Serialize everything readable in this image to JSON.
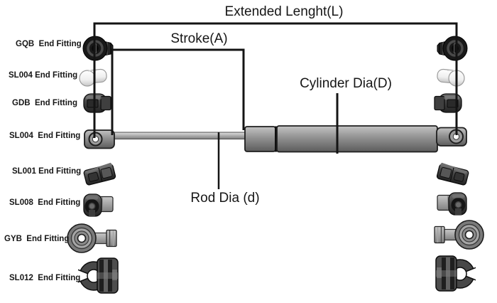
{
  "dimensions": {
    "extended_length": "Extended Lenght(L)",
    "stroke": "Stroke(A)",
    "cylinder_dia": "Cylinder Dia(D)",
    "rod_dia": "Rod Dia (d)"
  },
  "fittings": [
    {
      "code": "GQB",
      "label": "GQB  End Fitting",
      "icon": "gqb-ball-stud-socket-icon"
    },
    {
      "code": "SL004",
      "label": "SL004 End Fitting",
      "icon": "sl004-plastic-eyelet-icon"
    },
    {
      "code": "GDB",
      "label": "GDB  End Fitting",
      "icon": "gdb-end-cap-icon"
    },
    {
      "code": "SL004",
      "label": "SL004  End Fitting",
      "icon": "sl004-metal-eyelet-icon"
    },
    {
      "code": "SL001",
      "label": "SL001 End Fitting",
      "icon": "sl001-angle-block-icon"
    },
    {
      "code": "SL008",
      "label": "SL008  End Fitting",
      "icon": "sl008-elbow-socket-icon"
    },
    {
      "code": "GYB",
      "label": "GYB  End Fitting",
      "icon": "gyb-rod-end-bearing-icon"
    },
    {
      "code": "SL012",
      "label": "SL012  End Fitting",
      "icon": "sl012-clevis-fork-icon"
    }
  ],
  "colors": {
    "background": "#ffffff",
    "line": "#141414",
    "cylinder": "#8f8f8f",
    "rod": "#b0b0b0",
    "dark_fitting": "#3a3a3a",
    "white_fitting": "#f4f4f4"
  }
}
